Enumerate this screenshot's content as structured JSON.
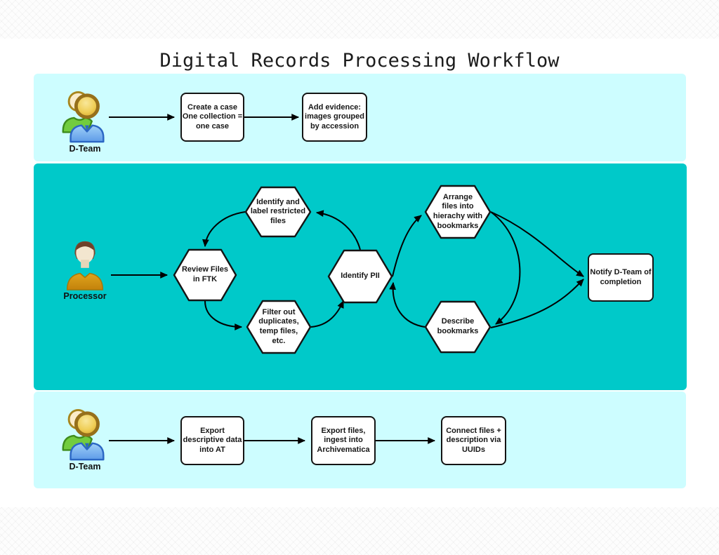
{
  "title": "Digital Records Processing Workflow",
  "colors": {
    "lane_light": "#CDFDFF",
    "lane_teal": "#00C9C9",
    "node_fill": "#FFFFFF",
    "node_border": "#141414",
    "arrow": "#000000"
  },
  "lanes": {
    "top": {
      "actor_label": "D-Team",
      "actor_icon": "group-avatar-icon",
      "steps": [
        {
          "label": "Create a case\nOne collection =\none case"
        },
        {
          "label": "Add evidence:\nimages grouped\nby accession"
        }
      ]
    },
    "middle": {
      "actor_label": "Processor",
      "actor_icon": "person-avatar-icon",
      "nodes": {
        "review_files": "Review Files\nin FTK",
        "identify_label_restricted": "Identify and\nlabel restricted\nfiles",
        "filter_duplicates": "Filter out\nduplicates,\ntemp files,\netc.",
        "identify_pii": "Identify PII",
        "arrange_files": "Arrange\nfiles into\nhierachy with\nbookmarks",
        "describe_bookmarks": "Describe\nbookmarks",
        "notify_dteam": "Notify D-Team of\ncompletion"
      }
    },
    "bottom": {
      "actor_label": "D-Team",
      "actor_icon": "group-avatar-icon",
      "steps": [
        {
          "label": "Export\ndescriptive data\ninto AT"
        },
        {
          "label": "Export files,\ningest into\nArchivematica"
        },
        {
          "label": "Connect files +\ndescription via\nUUIDs"
        }
      ]
    }
  }
}
